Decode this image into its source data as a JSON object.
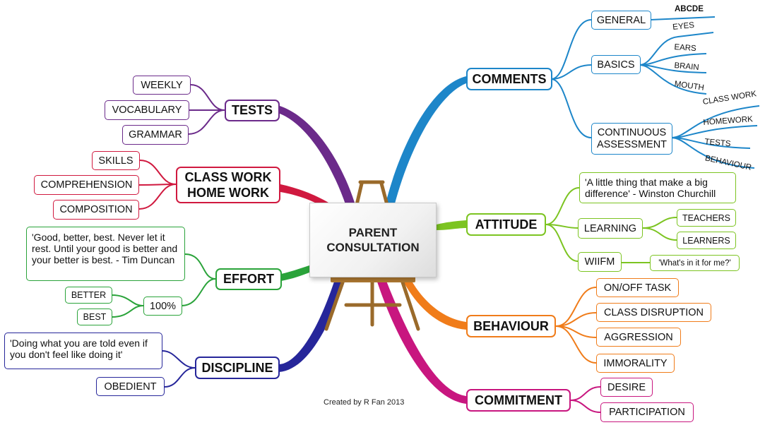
{
  "center": {
    "title": "PARENT\nCONSULTATION"
  },
  "credit": "Created by R Fan 2013",
  "colors": {
    "comments": "#1d86c9",
    "attitude": "#7cc421",
    "behaviour": "#f07c1a",
    "commitment": "#c8167f",
    "discipline": "#26269a",
    "effort": "#2aa33a",
    "classwork": "#d0193f",
    "tests": "#6b2a8a"
  },
  "branches": {
    "comments": {
      "label": "COMMENTS",
      "general": {
        "label": "GENERAL",
        "leaves": [
          "ABCDE"
        ]
      },
      "basics": {
        "label": "BASICS",
        "leaves": [
          "EYES",
          "EARS",
          "BRAIN",
          "MOUTH"
        ]
      },
      "continuous": {
        "label": "CONTINUOUS\nASSESSMENT",
        "leaves": [
          "CLASS WORK",
          "HOMEWORK",
          "TESTS",
          "BEHAVIOUR"
        ]
      }
    },
    "attitude": {
      "label": "ATTITUDE",
      "quote": "'A little thing that make a big difference' - Winston Churchill",
      "learning": {
        "label": "LEARNING",
        "leaves": [
          "TEACHERS",
          "LEARNERS"
        ]
      },
      "wiifm": {
        "label": "WIIFM",
        "detail": "'What's in it for me?'"
      }
    },
    "behaviour": {
      "label": "BEHAVIOUR",
      "items": [
        "ON/OFF TASK",
        "CLASS DISRUPTION",
        "AGGRESSION",
        "IMMORALITY"
      ]
    },
    "commitment": {
      "label": "COMMITMENT",
      "items": [
        "DESIRE",
        "PARTICIPATION"
      ]
    },
    "discipline": {
      "label": "DISCIPLINE",
      "quote": "'Doing what you are told even if you don't feel like doing it'",
      "obedient": "OBEDIENT"
    },
    "effort": {
      "label": "EFFORT",
      "quote": "'Good, better, best. Never let it rest. Until your good is better and your better is best. - Tim Duncan",
      "hundred": {
        "label": "100%",
        "leaves": [
          "BETTER",
          "BEST"
        ]
      }
    },
    "classwork": {
      "label": "CLASS WORK\nHOME WORK",
      "items": [
        "SKILLS",
        "COMPREHENSION",
        "COMPOSITION"
      ]
    },
    "tests": {
      "label": "TESTS",
      "items": [
        "WEEKLY",
        "VOCABULARY",
        "GRAMMAR"
      ]
    }
  }
}
